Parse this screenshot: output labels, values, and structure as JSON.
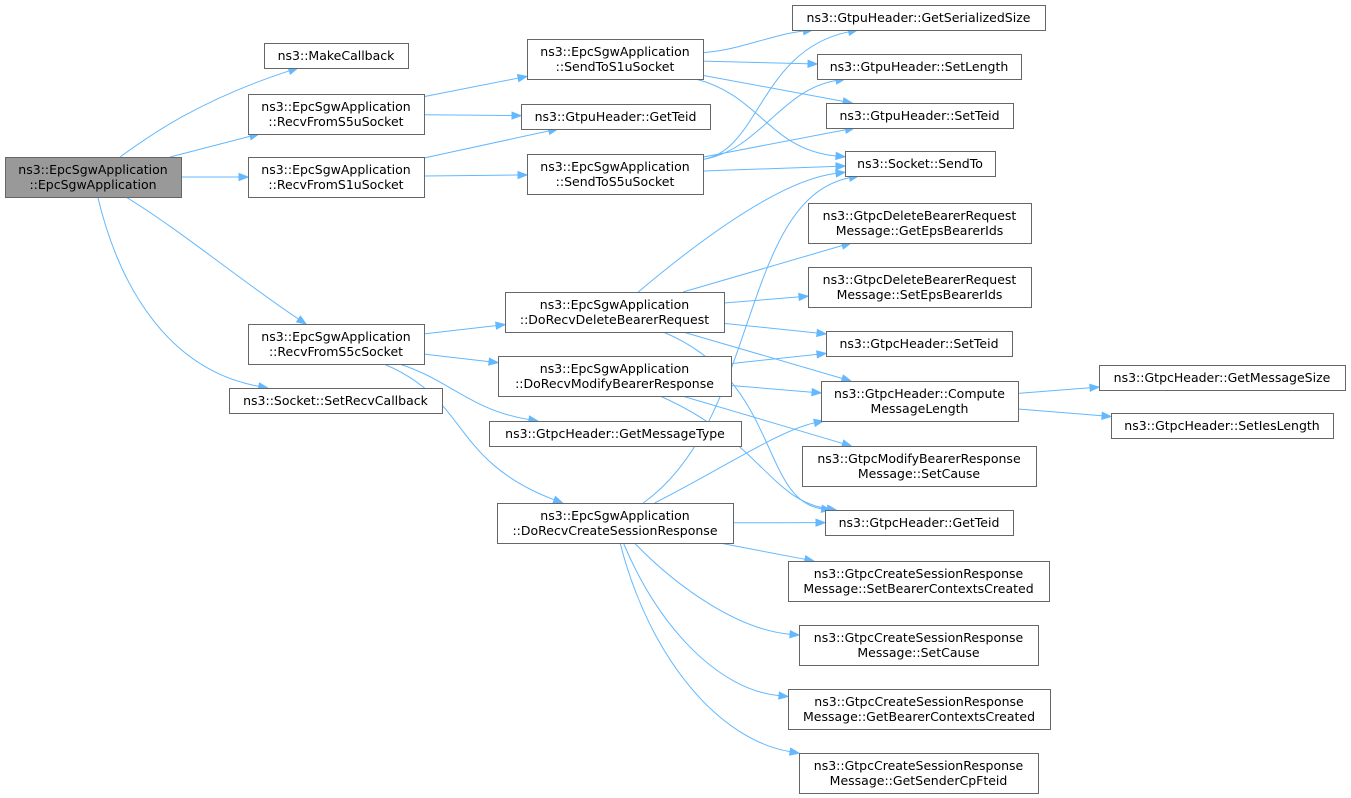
{
  "colors": {
    "edge": "#63b8ff",
    "node_border": "#666666",
    "root_fill": "#999999",
    "node_fill": "#ffffff"
  },
  "nodes": [
    {
      "id": "root",
      "lines": [
        "ns3::EpcSgwApplication",
        "::EpcSgwApplication"
      ],
      "highlighted": true
    },
    {
      "id": "make_callback",
      "lines": [
        "ns3::MakeCallback"
      ]
    },
    {
      "id": "recv_s5u",
      "lines": [
        "ns3::EpcSgwApplication",
        "::RecvFromS5uSocket"
      ]
    },
    {
      "id": "recv_s1u",
      "lines": [
        "ns3::EpcSgwApplication",
        "::RecvFromS1uSocket"
      ]
    },
    {
      "id": "recv_s5c",
      "lines": [
        "ns3::EpcSgwApplication",
        "::RecvFromS5cSocket"
      ]
    },
    {
      "id": "set_recv_cb",
      "lines": [
        "ns3::Socket::SetRecvCallback"
      ]
    },
    {
      "id": "send_s1u",
      "lines": [
        "ns3::EpcSgwApplication",
        "::SendToS1uSocket"
      ]
    },
    {
      "id": "gtpu_getteid",
      "lines": [
        "ns3::GtpuHeader::GetTeid"
      ]
    },
    {
      "id": "send_s5u",
      "lines": [
        "ns3::EpcSgwApplication",
        "::SendToS5uSocket"
      ]
    },
    {
      "id": "do_del",
      "lines": [
        "ns3::EpcSgwApplication",
        "::DoRecvDeleteBearerRequest"
      ]
    },
    {
      "id": "do_mod",
      "lines": [
        "ns3::EpcSgwApplication",
        "::DoRecvModifyBearerResponse"
      ]
    },
    {
      "id": "gtpc_getmsgtype",
      "lines": [
        "ns3::GtpcHeader::GetMessageType"
      ]
    },
    {
      "id": "do_create",
      "lines": [
        "ns3::EpcSgwApplication",
        "::DoRecvCreateSessionResponse"
      ]
    },
    {
      "id": "gtpu_getsersize",
      "lines": [
        "ns3::GtpuHeader::GetSerializedSize"
      ]
    },
    {
      "id": "gtpu_setlength",
      "lines": [
        "ns3::GtpuHeader::SetLength"
      ]
    },
    {
      "id": "gtpu_setteid",
      "lines": [
        "ns3::GtpuHeader::SetTeid"
      ]
    },
    {
      "id": "socket_sendto",
      "lines": [
        "ns3::Socket::SendTo"
      ]
    },
    {
      "id": "del_get_ebi",
      "lines": [
        "ns3::GtpcDeleteBearerRequest",
        "Message::GetEpsBearerIds"
      ]
    },
    {
      "id": "del_set_ebi",
      "lines": [
        "ns3::GtpcDeleteBearerRequest",
        "Message::SetEpsBearerIds"
      ]
    },
    {
      "id": "gtpc_setteid",
      "lines": [
        "ns3::GtpcHeader::SetTeid"
      ]
    },
    {
      "id": "gtpc_compute",
      "lines": [
        "ns3::GtpcHeader::Compute",
        "MessageLength"
      ]
    },
    {
      "id": "mod_setcause",
      "lines": [
        "ns3::GtpcModifyBearerResponse",
        "Message::SetCause"
      ]
    },
    {
      "id": "gtpc_getteid",
      "lines": [
        "ns3::GtpcHeader::GetTeid"
      ]
    },
    {
      "id": "cs_set_bcc",
      "lines": [
        "ns3::GtpcCreateSessionResponse",
        "Message::SetBearerContextsCreated"
      ]
    },
    {
      "id": "cs_setcause",
      "lines": [
        "ns3::GtpcCreateSessionResponse",
        "Message::SetCause"
      ]
    },
    {
      "id": "cs_get_bcc",
      "lines": [
        "ns3::GtpcCreateSessionResponse",
        "Message::GetBearerContextsCreated"
      ]
    },
    {
      "id": "cs_get_fteid",
      "lines": [
        "ns3::GtpcCreateSessionResponse",
        "Message::GetSenderCpFteid"
      ]
    },
    {
      "id": "gtpc_getmsgsize",
      "lines": [
        "ns3::GtpcHeader::GetMessageSize"
      ]
    },
    {
      "id": "gtpc_setieslen",
      "lines": [
        "ns3::GtpcHeader::SetIesLength"
      ]
    }
  ],
  "edges": [
    [
      "root",
      "make_callback"
    ],
    [
      "root",
      "recv_s5u"
    ],
    [
      "root",
      "recv_s1u"
    ],
    [
      "root",
      "recv_s5c"
    ],
    [
      "root",
      "set_recv_cb"
    ],
    [
      "recv_s5u",
      "send_s1u"
    ],
    [
      "recv_s5u",
      "gtpu_getteid"
    ],
    [
      "recv_s1u",
      "gtpu_getteid"
    ],
    [
      "recv_s1u",
      "send_s5u"
    ],
    [
      "recv_s5c",
      "do_del"
    ],
    [
      "recv_s5c",
      "do_mod"
    ],
    [
      "recv_s5c",
      "gtpc_getmsgtype"
    ],
    [
      "recv_s5c",
      "do_create"
    ],
    [
      "send_s1u",
      "gtpu_getsersize"
    ],
    [
      "send_s1u",
      "gtpu_setlength"
    ],
    [
      "send_s1u",
      "gtpu_setteid"
    ],
    [
      "send_s1u",
      "socket_sendto"
    ],
    [
      "send_s5u",
      "gtpu_getsersize"
    ],
    [
      "send_s5u",
      "gtpu_setlength"
    ],
    [
      "send_s5u",
      "gtpu_setteid"
    ],
    [
      "send_s5u",
      "socket_sendto"
    ],
    [
      "do_del",
      "socket_sendto"
    ],
    [
      "do_del",
      "del_get_ebi"
    ],
    [
      "do_del",
      "del_set_ebi"
    ],
    [
      "do_del",
      "gtpc_setteid"
    ],
    [
      "do_del",
      "gtpc_compute"
    ],
    [
      "do_del",
      "gtpc_getteid"
    ],
    [
      "do_mod",
      "gtpc_setteid"
    ],
    [
      "do_mod",
      "gtpc_compute"
    ],
    [
      "do_mod",
      "mod_setcause"
    ],
    [
      "do_mod",
      "gtpc_getteid"
    ],
    [
      "do_create",
      "socket_sendto"
    ],
    [
      "do_create",
      "gtpc_compute"
    ],
    [
      "do_create",
      "gtpc_getteid"
    ],
    [
      "do_create",
      "cs_set_bcc"
    ],
    [
      "do_create",
      "cs_setcause"
    ],
    [
      "do_create",
      "cs_get_bcc"
    ],
    [
      "do_create",
      "cs_get_fteid"
    ],
    [
      "gtpc_compute",
      "gtpc_getmsgsize"
    ],
    [
      "gtpc_compute",
      "gtpc_setieslen"
    ]
  ]
}
